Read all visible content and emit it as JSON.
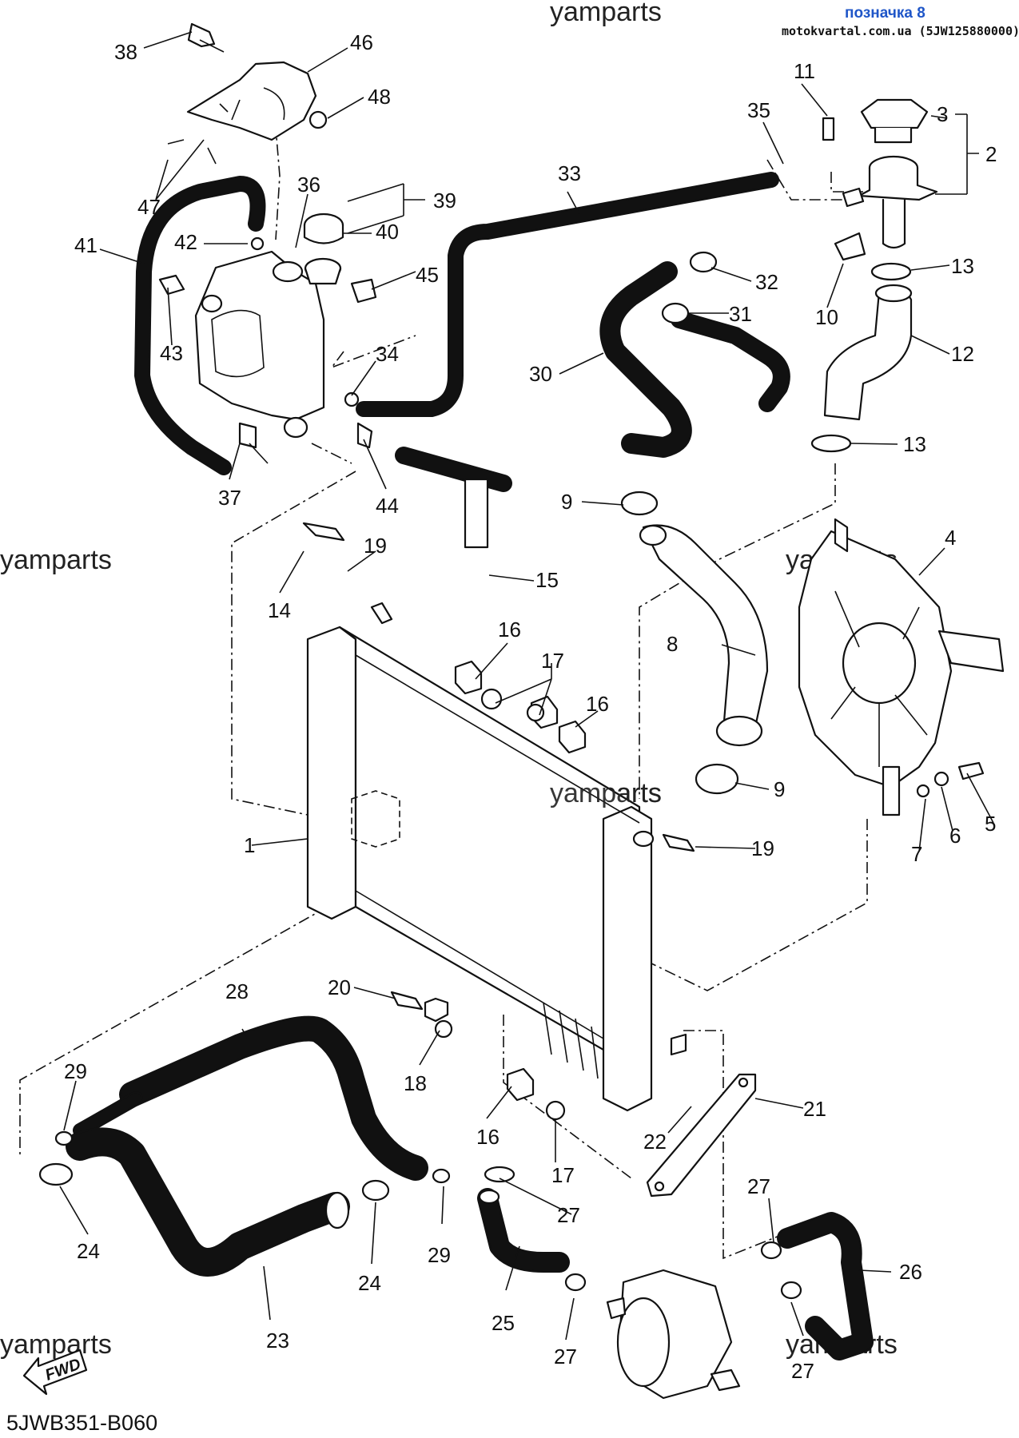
{
  "header": {
    "label": "позначка 8",
    "source": "motokvartal.com.ua (5JW125880000)"
  },
  "watermarks": [
    "yamparts",
    "yamparts",
    "yamparts",
    "yamparts",
    "yamparts",
    "yamparts",
    "yamparts"
  ],
  "diagram_code": "5JWB351-B060",
  "fwd_label": "FWD",
  "callouts": [
    "38",
    "46",
    "48",
    "47",
    "41",
    "42",
    "36",
    "40",
    "39",
    "43",
    "45",
    "34",
    "37",
    "44",
    "33",
    "35",
    "11",
    "3",
    "2",
    "32",
    "31",
    "30",
    "10",
    "13",
    "12",
    "13",
    "9",
    "14",
    "19",
    "15",
    "16",
    "17",
    "16",
    "8",
    "4",
    "9",
    "19",
    "5",
    "6",
    "7",
    "1",
    "28",
    "20",
    "18",
    "29",
    "16",
    "17",
    "22",
    "21",
    "24",
    "29",
    "27",
    "27",
    "26",
    "24",
    "23",
    "25",
    "27",
    "27"
  ],
  "colors": {
    "header_label": "#1f56c8",
    "ink": "#111111",
    "background": "#ffffff"
  }
}
